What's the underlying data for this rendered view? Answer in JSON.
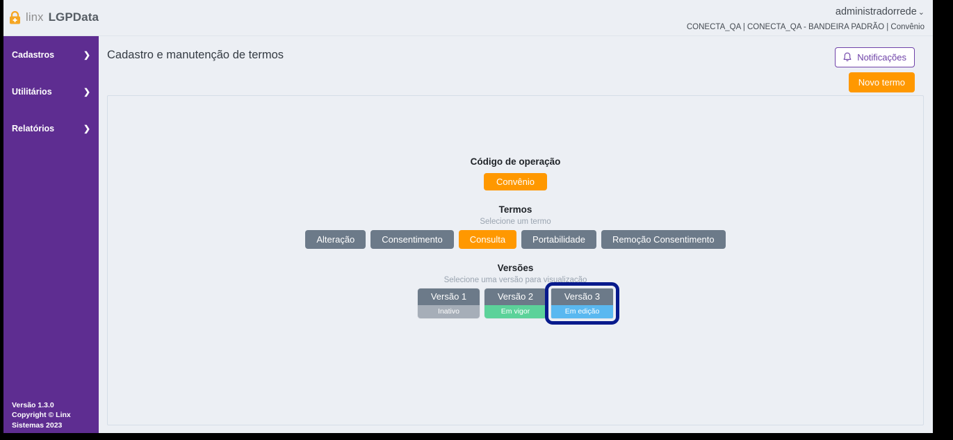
{
  "header": {
    "brand_linx": "linx",
    "brand_name": "LGPData",
    "logo_icon": "padlock-icon",
    "user_name": "administradorrede",
    "user_caret": "⌄",
    "user_context": "CONECTA_QA | CONECTA_QA - BANDEIRA PADRÃO | Convênio"
  },
  "sidebar": {
    "items": [
      {
        "label": "Cadastros",
        "chevron": "❯"
      },
      {
        "label": "Utilitários",
        "chevron": "❯"
      },
      {
        "label": "Relatórios",
        "chevron": "❯"
      }
    ],
    "footer": {
      "version": "Versão 1.3.0",
      "copyright": "Copyright © Linx",
      "copyright2": "Sistemas 2023"
    }
  },
  "main": {
    "page_title": "Cadastro e manutenção de termos",
    "notifications_label": "Notificações",
    "notifications_icon": "bell-icon",
    "new_term_label": "Novo termo"
  },
  "content": {
    "operation": {
      "title": "Código de operação",
      "selected": "Convênio"
    },
    "terms": {
      "title": "Termos",
      "subtitle": "Selecione um termo",
      "items": [
        {
          "label": "Alteração",
          "active": false
        },
        {
          "label": "Consentimento",
          "active": false
        },
        {
          "label": "Consulta",
          "active": true
        },
        {
          "label": "Portabilidade",
          "active": false
        },
        {
          "label": "Remoção Consentimento",
          "active": false
        }
      ]
    },
    "versions": {
      "title": "Versões",
      "subtitle": "Selecione uma versão para visualização",
      "items": [
        {
          "name": "Versão 1",
          "status": "Inativo",
          "status_key": "inativo",
          "selected": false
        },
        {
          "name": "Versão 2",
          "status": "Em vigor",
          "status_key": "emvigor",
          "selected": false
        },
        {
          "name": "Versão 3",
          "status": "Em edição",
          "status_key": "emedicao",
          "selected": true
        }
      ]
    }
  },
  "colors": {
    "sidebar_purple": "#5e2d91",
    "accent_orange": "#ff9800",
    "slate": "#6c7a89",
    "status_inativo": "#a6aeb8",
    "status_emvigor": "#5cd29a",
    "status_emedicao": "#5ab8f0",
    "highlight_box": "#071a8c",
    "page_bg": "#eceff4"
  }
}
